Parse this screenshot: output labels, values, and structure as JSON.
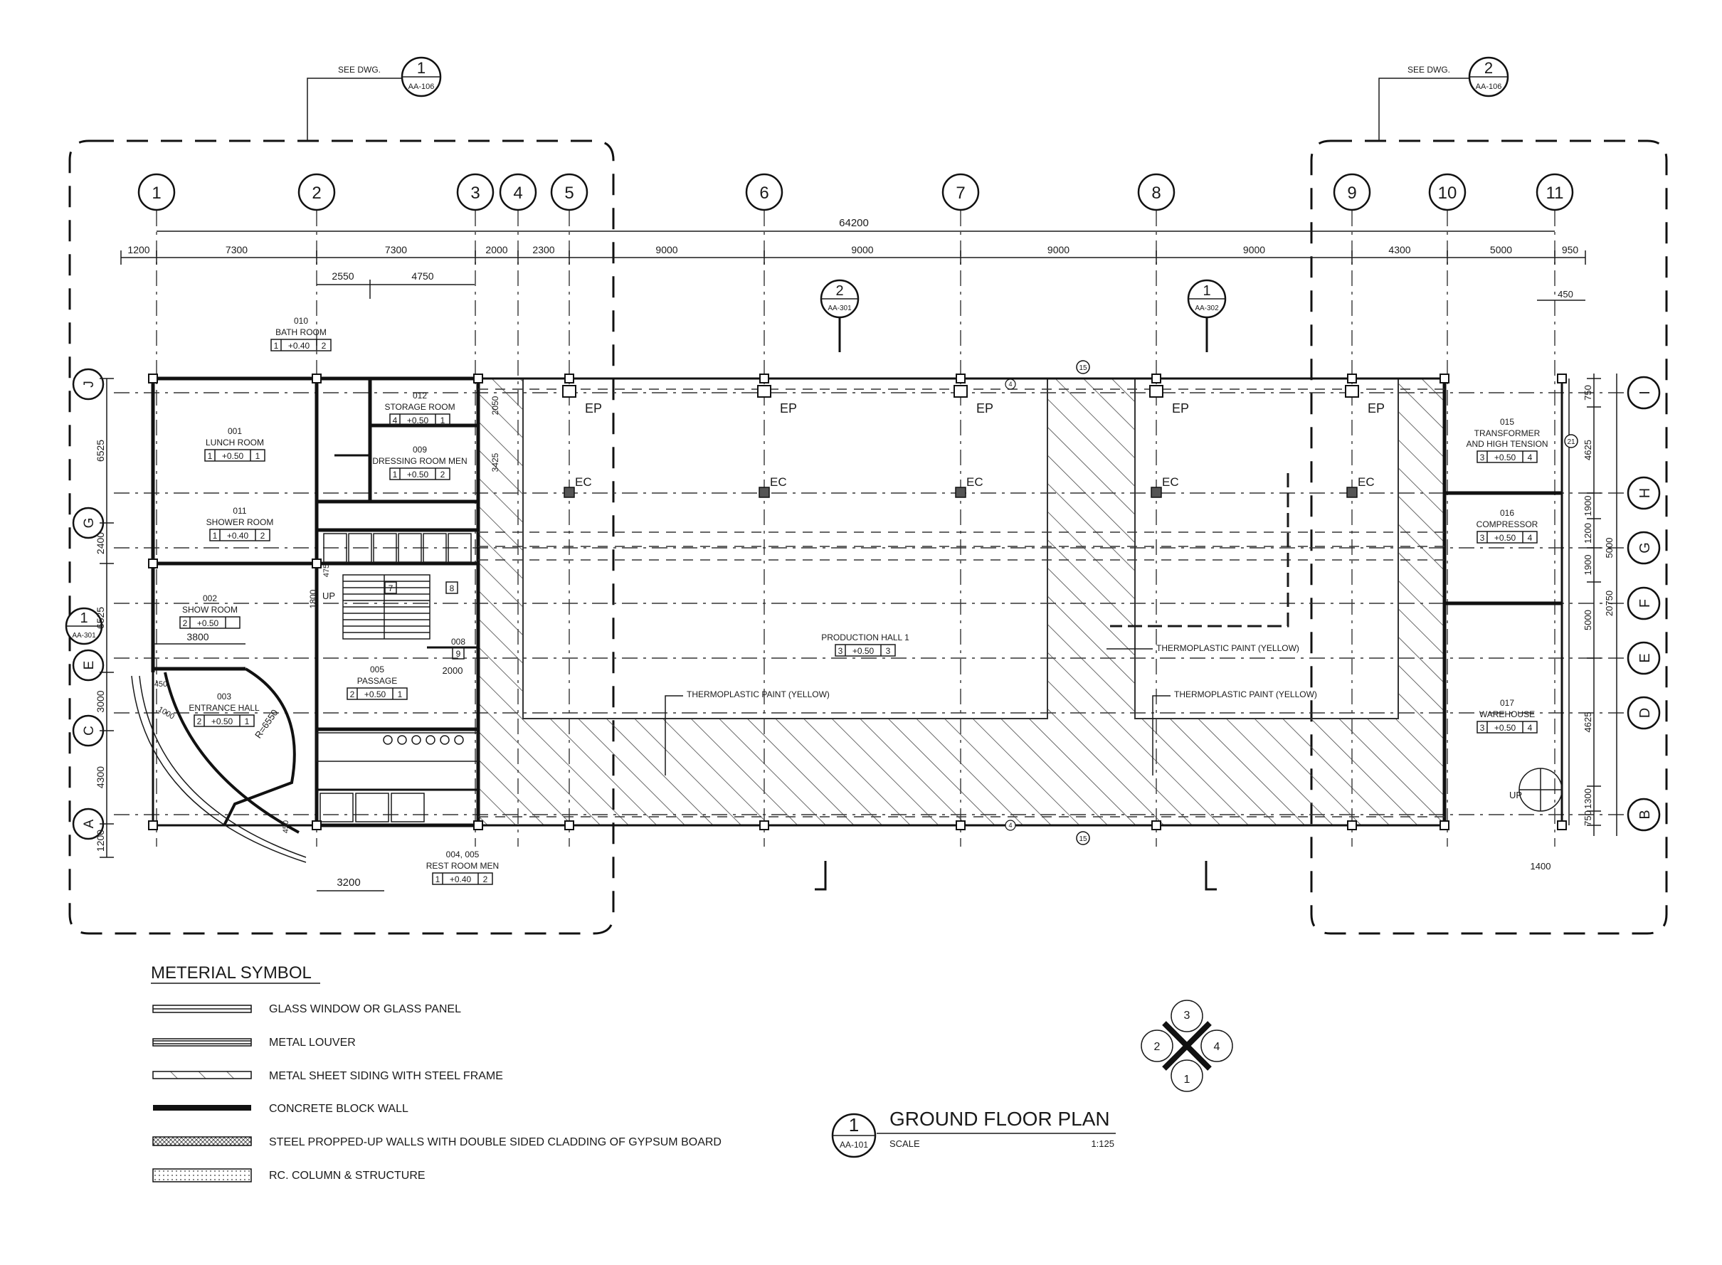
{
  "grid_cols": [
    "1",
    "2",
    "3",
    "4",
    "5",
    "6",
    "7",
    "8",
    "9",
    "10",
    "11"
  ],
  "grid_rows_right": [
    "I",
    "H",
    "G",
    "F",
    "E",
    "D",
    "B"
  ],
  "grid_rows_left": [
    "J",
    "G",
    "E",
    "C",
    "A"
  ],
  "dims": {
    "overall": "64200",
    "cols": [
      "1200",
      "7300",
      "7300",
      "2000",
      "2300",
      "9000",
      "9000",
      "9000",
      "9000",
      "4300",
      "5000",
      "950"
    ],
    "sub_left": [
      "2550",
      "4750"
    ],
    "right_offset": "450",
    "left_rows": [
      "6525",
      "2400",
      "6525",
      "3000",
      "4300",
      "1200"
    ],
    "right_outer": [
      "750",
      "4625",
      "1900",
      "1200",
      "1900",
      "5000",
      "4625",
      "1300",
      "750"
    ],
    "right_big": [
      "5000",
      "20750"
    ],
    "passage_w": "2000",
    "stair_w": "1800",
    "stair_x": "475",
    "showroom_w": "3800",
    "rr_w": "3200",
    "wh_1400": "1400",
    "radius": "R=6550",
    "entr_1000": "1000",
    "entr_450a": "450",
    "entr_450b": "450",
    "bath_2050": "2050",
    "bath_3425": "3425"
  },
  "see_dwg": [
    {
      "label": "SEE DWG.",
      "num": "1",
      "ref": "AA-106"
    },
    {
      "label": "SEE DWG.",
      "num": "2",
      "ref": "AA-106"
    }
  ],
  "sections": [
    {
      "num": "2",
      "ref": "AA-301"
    },
    {
      "num": "1",
      "ref": "AA-302"
    },
    {
      "num": "1",
      "ref": "AA-301"
    }
  ],
  "rooms": {
    "bath": {
      "num": "010",
      "name": "BATH ROOM",
      "tag": "1",
      "lvl": "+0.40",
      "fin": "2"
    },
    "lunch": {
      "num": "001",
      "name": "LUNCH ROOM",
      "tag": "1",
      "lvl": "+0.50",
      "fin": "1"
    },
    "storage": {
      "num": "012",
      "name": "STORAGE ROOM",
      "tag": "4",
      "lvl": "+0.50",
      "fin": "1"
    },
    "dressing": {
      "num": "009",
      "name": "DRESSING ROOM MEN",
      "tag": "1",
      "lvl": "+0.50",
      "fin": "2"
    },
    "shower": {
      "num": "011",
      "name": "SHOWER ROOM",
      "tag": "1",
      "lvl": "+0.40",
      "fin": "2"
    },
    "show": {
      "num": "002",
      "name": "SHOW ROOM",
      "tag": "2",
      "lvl": "+0.50",
      "fin": ""
    },
    "entrance": {
      "num": "003",
      "name": "ENTRANCE HALL",
      "tag": "2",
      "lvl": "+0.50",
      "fin": "1"
    },
    "passage": {
      "num": "005",
      "name": "PASSAGE",
      "tag": "2",
      "lvl": "+0.50",
      "fin": "1"
    },
    "restroom": {
      "num": "004, 005",
      "name": "REST ROOM MEN",
      "tag": "1",
      "lvl": "+0.40",
      "fin": "2"
    },
    "hall": {
      "num": "",
      "name": "PRODUCTION HALL 1",
      "tag": "3",
      "lvl": "+0.50",
      "fin": "3"
    },
    "transformer": {
      "num": "015",
      "name": "TRANSFORMER",
      "name2": "AND HIGH TENSION",
      "tag": "3",
      "lvl": "+0.50",
      "fin": "4"
    },
    "compressor": {
      "num": "016",
      "name": "COMPRESSOR",
      "tag": "3",
      "lvl": "+0.50",
      "fin": "4"
    },
    "warehouse": {
      "num": "017",
      "name": "WAREHOUSE",
      "tag": "3",
      "lvl": "+0.50",
      "fin": "4"
    }
  },
  "marks": {
    "ep": "EP",
    "ec": "EC",
    "up": "UP",
    "stair_7": "7",
    "stair_8": "8",
    "stair_9": "9",
    "room_008": "008",
    "circ_15": "15",
    "circ_21": "21",
    "circ_4": "4",
    "paint_1": "THERMOPLASTIC PAINT (YELLOW)",
    "paint_2": "THERMOPLASTIC PAINT (YELLOW)",
    "paint_3": "THERMOPLASTIC PAINT (YELLOW)"
  },
  "legend": {
    "title": "METERIAL SYMBOL",
    "items": [
      "GLASS WINDOW OR GLASS PANEL",
      "METAL LOUVER",
      "METAL SHEET SIDING WITH STEEL FRAME",
      "CONCRETE BLOCK WALL",
      "STEEL PROPPED-UP WALLS WITH DOUBLE SIDED CLADDING OF GYPSUM BOARD",
      "RC. COLUMN & STRUCTURE"
    ]
  },
  "title_block": {
    "num": "1",
    "ref": "AA-101",
    "title": "GROUND FLOOR PLAN",
    "scale_label": "SCALE",
    "scale": "1:125"
  },
  "compass": [
    "3",
    "2",
    "4",
    "1"
  ]
}
